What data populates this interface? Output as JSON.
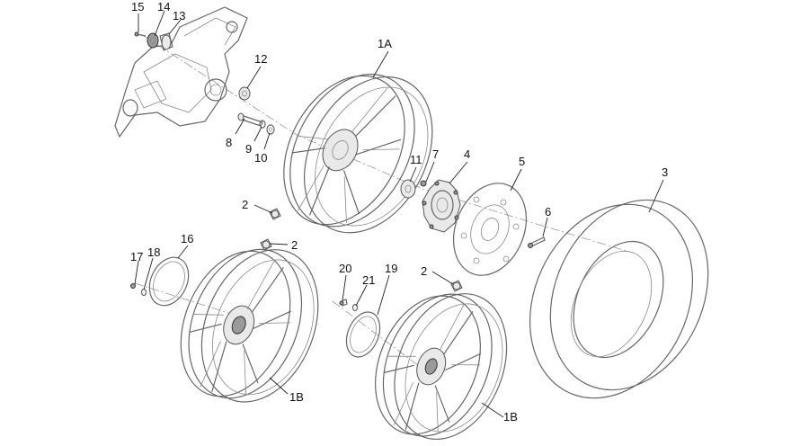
{
  "callouts": {
    "c15": "15",
    "c14": "14",
    "c13": "13",
    "c12": "12",
    "c1A": "1A",
    "c8": "8",
    "c9": "9",
    "c10": "10",
    "c11": "11",
    "c7": "7",
    "c4": "4",
    "c5": "5",
    "c3": "3",
    "c6": "6",
    "c2_top": "2",
    "c2_left": "2",
    "c2_right": "2",
    "c16": "16",
    "c17": "17",
    "c18": "18",
    "c20": "20",
    "c19": "19",
    "c21": "21",
    "c1B_left": "1B",
    "c1B_right": "1B"
  }
}
